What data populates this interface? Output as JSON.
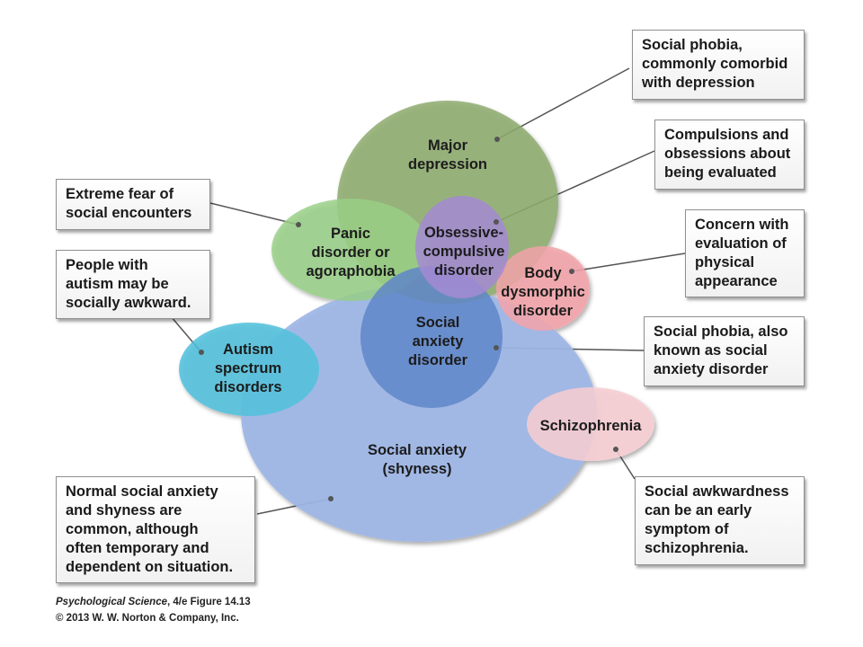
{
  "colors": {
    "social_anxiety": "#9db6e6",
    "social_anxiety_disorder": "#5f86c8",
    "major_depression": "#8eac6e",
    "panic": "#97cf85",
    "ocd": "#a58bd3",
    "bdd": "#f2a2a8",
    "autism": "#4fc1dc",
    "schizophrenia": "#f6cdd1"
  },
  "bubbles": {
    "major_depression": "Major\ndepression",
    "panic": "Panic\ndisorder or\nagoraphobia",
    "ocd": "Obsessive-\ncompulsive\ndisorder",
    "bdd": "Body\ndysmorphic\ndisorder",
    "social_anxiety_disorder": "Social\nanxiety\ndisorder",
    "autism": "Autism\nspectrum\ndisorders",
    "schizophrenia": "Schizophrenia",
    "social_anxiety": "Social anxiety\n(shyness)"
  },
  "callouts": {
    "social_phobia_depression": "Social phobia,\ncommonly comorbid\nwith depression",
    "compulsions": "Compulsions and\nobsessions about\nbeing evaluated",
    "extreme_fear": "Extreme fear of\nsocial encounters",
    "concern_appearance": "Concern with\nevaluation of\nphysical\nappearance",
    "autism_awkward": "People with\nautism may be\nsocially awkward.",
    "social_phobia_aka": "Social phobia, also\nknown as social\nanxiety disorder",
    "schizophrenia_symptom": "Social awkwardness\ncan be an early\nsymptom of\nschizophrenia.",
    "normal_anxiety": "Normal social anxiety\nand shyness are\ncommon, although\noften temporary and\ndependent on situation."
  },
  "credit": {
    "book": "Psychological Science",
    "edition": ", 4/e  Figure 14.13",
    "copyright": "© 2013 W. W. Norton & Company, Inc."
  }
}
